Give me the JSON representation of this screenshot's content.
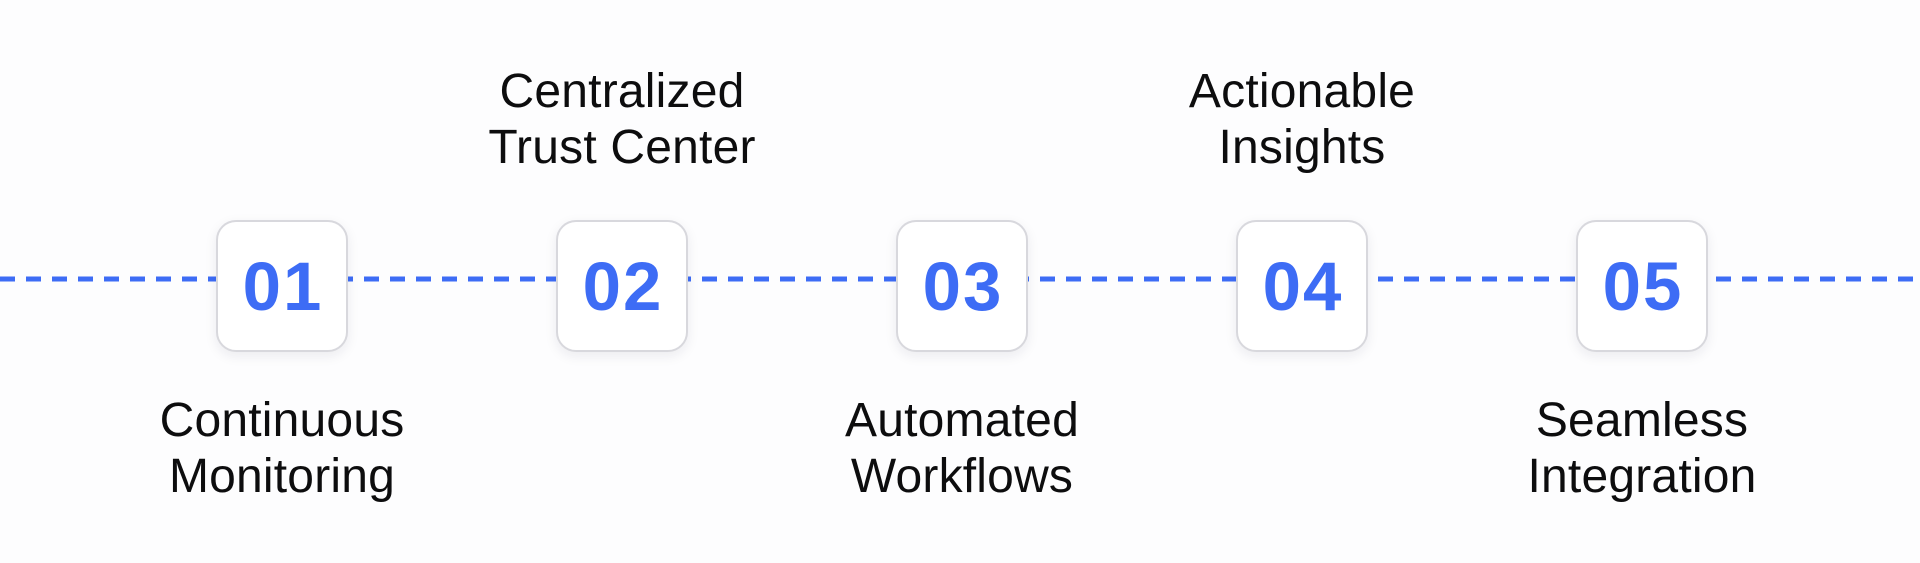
{
  "diagram": {
    "type": "horizontal-step-timeline",
    "accent_color": "#3D6CF5",
    "box_border_color": "#d8d8dd",
    "label_text_color": "#0d0d0e",
    "connector_style": "dashed",
    "steps": [
      {
        "number": "01",
        "label": "Continuous Monitoring",
        "label_line1": "Continuous",
        "label_line2": "Monitoring",
        "label_position": "below"
      },
      {
        "number": "02",
        "label": "Centralized Trust Center",
        "label_line1": "Centralized",
        "label_line2": "Trust Center",
        "label_position": "above"
      },
      {
        "number": "03",
        "label": "Automated Workflows",
        "label_line1": "Automated",
        "label_line2": "Workflows",
        "label_position": "below"
      },
      {
        "number": "04",
        "label": "Actionable Insights",
        "label_line1": "Actionable",
        "label_line2": "Insights",
        "label_position": "above"
      },
      {
        "number": "05",
        "label": "Seamless Integration",
        "label_line1": "Seamless",
        "label_line2": "Integration",
        "label_position": "below"
      }
    ]
  }
}
